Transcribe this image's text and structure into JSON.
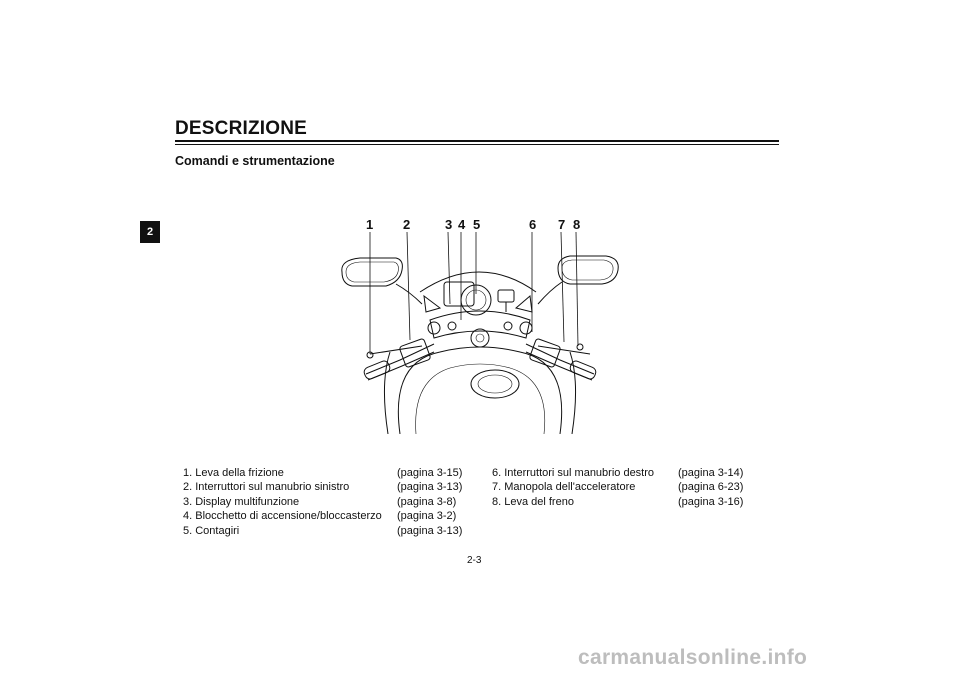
{
  "header": {
    "title": "DESCRIZIONE",
    "subtitle": "Comandi e strumentazione"
  },
  "chapter_tab": "2",
  "callouts": [
    "1",
    "2",
    "3",
    "4",
    "5",
    "6",
    "7",
    "8"
  ],
  "legend_left": [
    {
      "label": "1. Leva della frizione",
      "ref": "(pagina 3-15)"
    },
    {
      "label": "2. Interruttori sul manubrio sinistro",
      "ref": "(pagina 3-13)"
    },
    {
      "label": "3. Display multifunzione",
      "ref": "(pagina 3-8)"
    },
    {
      "label": "4. Blocchetto di accensione/bloccasterzo",
      "ref": "(pagina 3-2)"
    },
    {
      "label": "5. Contagiri",
      "ref": "(pagina 3-13)"
    }
  ],
  "legend_right": [
    {
      "label": "6. Interruttori sul manubrio destro",
      "ref": "(pagina 3-14)"
    },
    {
      "label": "7. Manopola dell'acceleratore",
      "ref": "(pagina 6-23)"
    },
    {
      "label": "8. Leva del freno",
      "ref": "(pagina 3-16)"
    }
  ],
  "page_number": "2-3",
  "watermark": "carmanualsonline.info",
  "colors": {
    "ink": "#111111",
    "watermark": "#bdbdbd"
  }
}
